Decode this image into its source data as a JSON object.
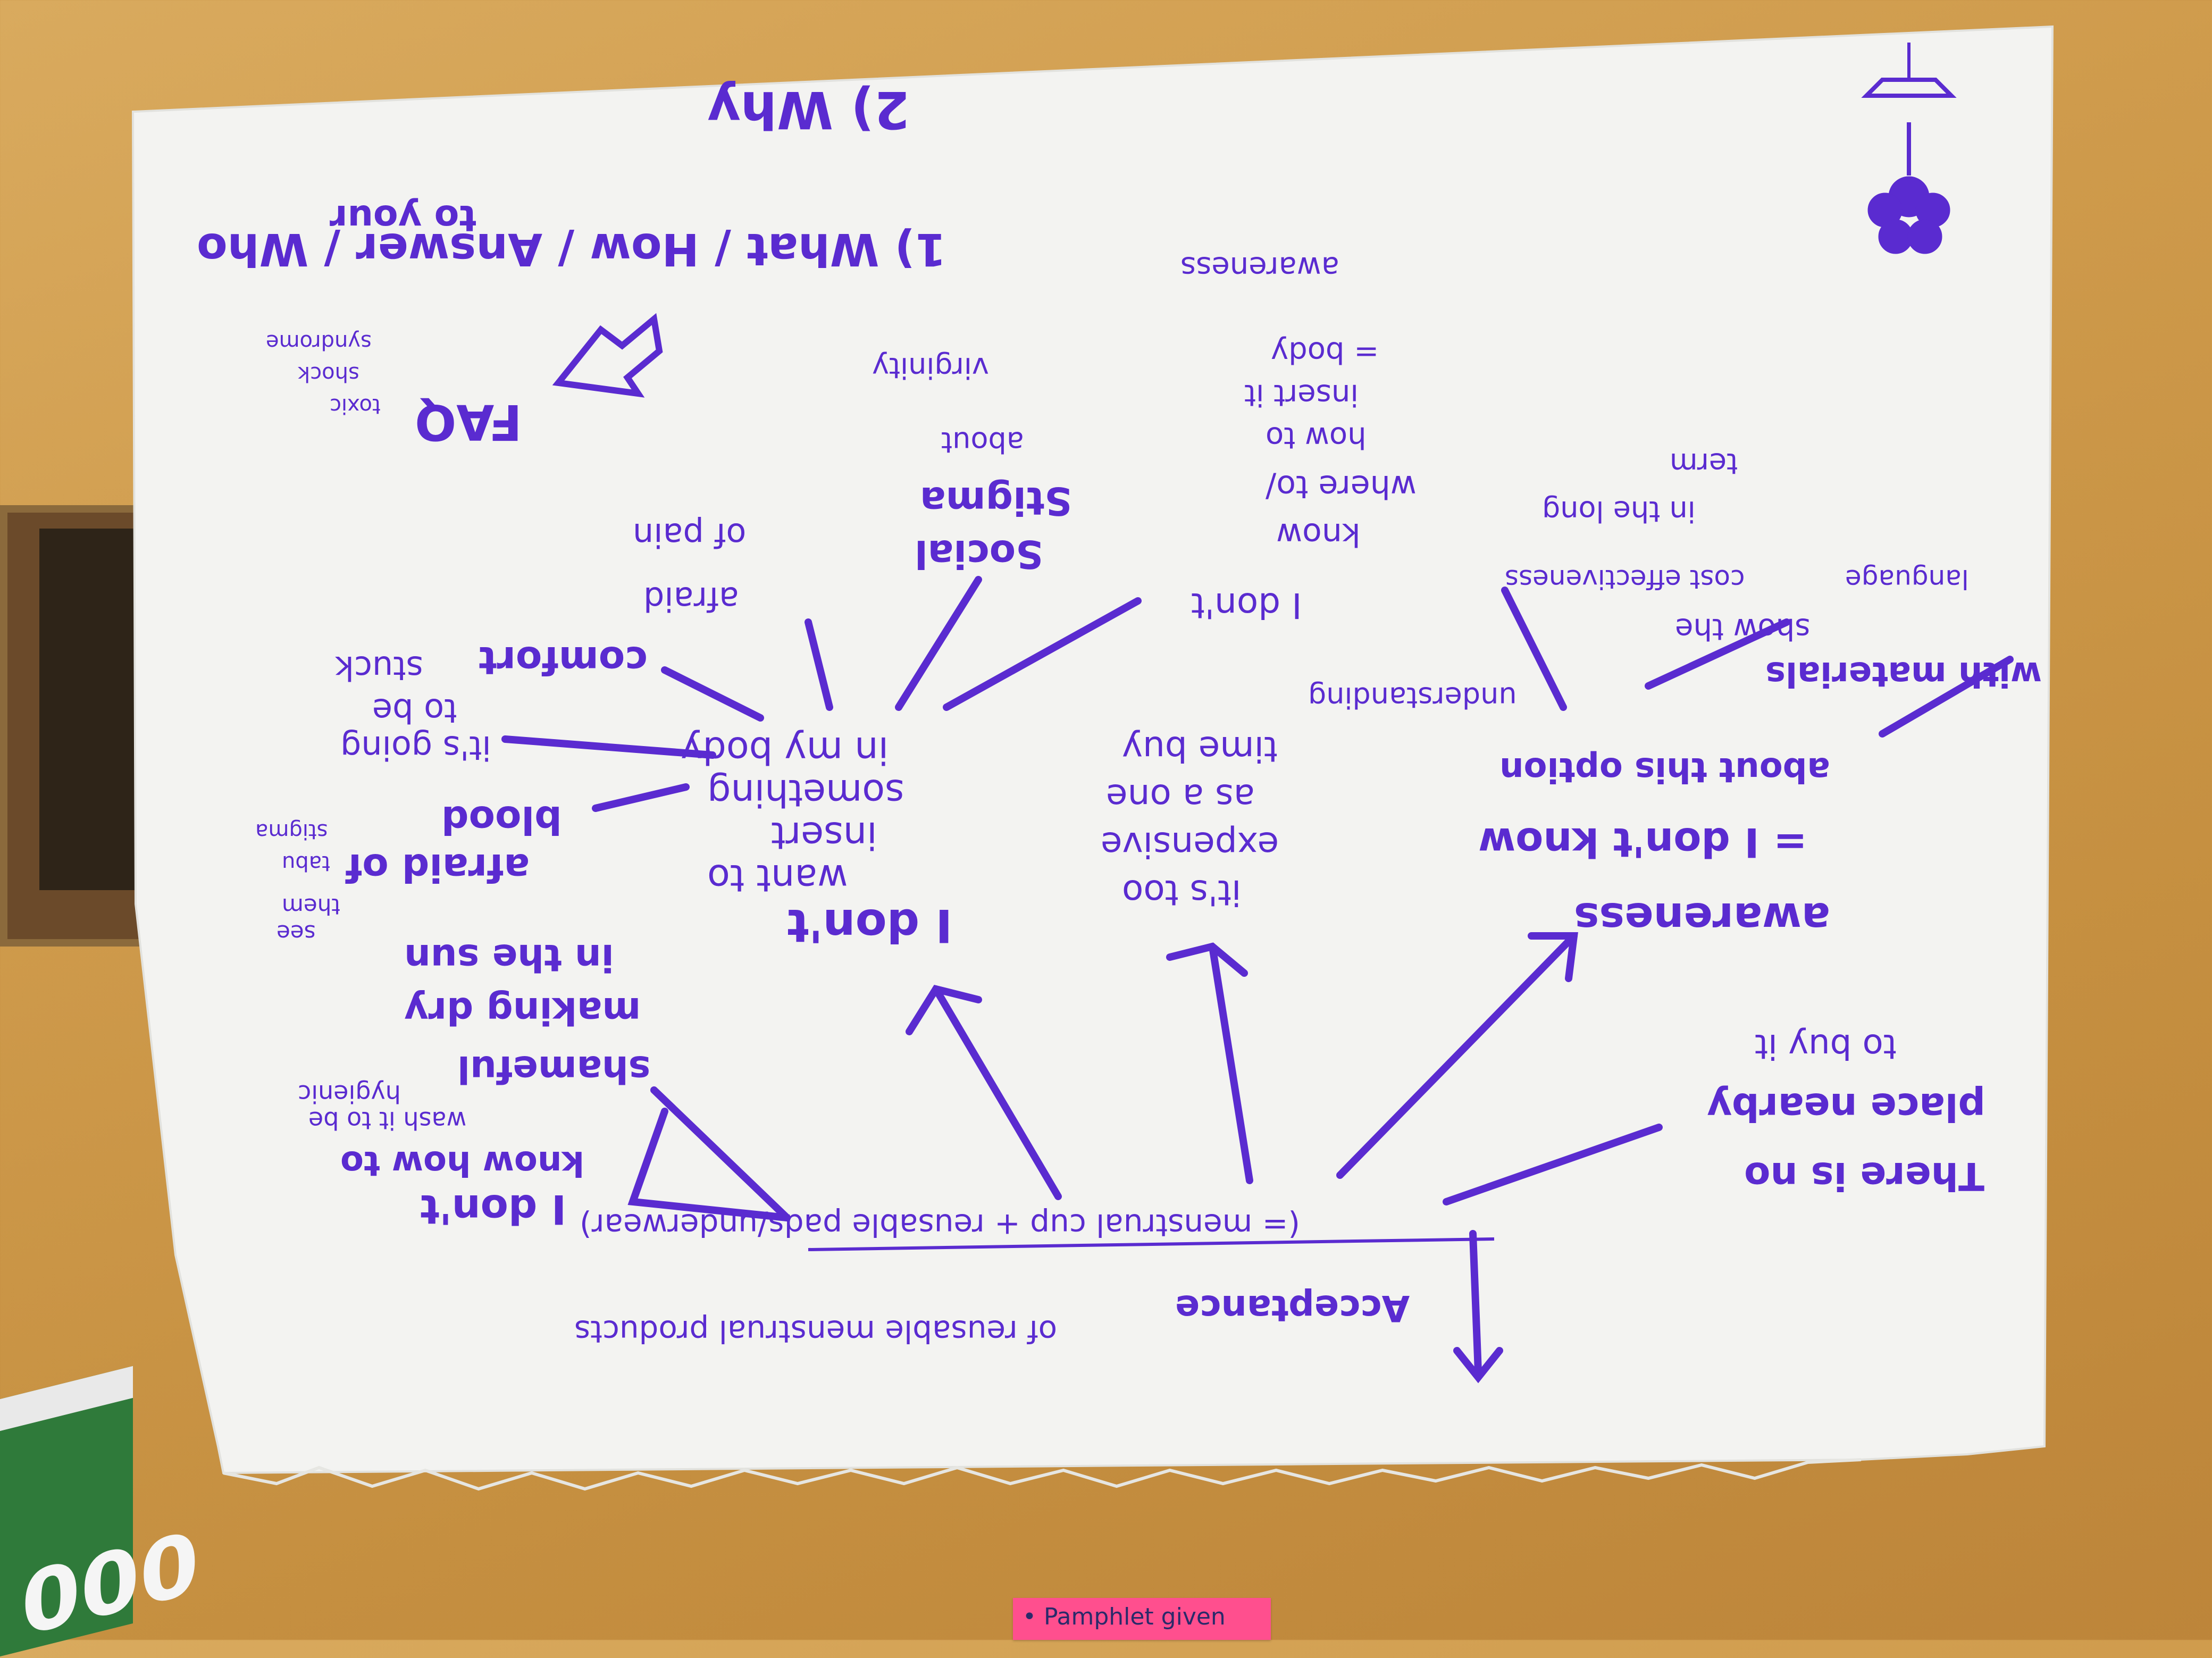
{
  "photo": {
    "ink_color": "#5a2bd0",
    "paper_color": "#f3f3f1",
    "wall_color": "#cf9b4c"
  },
  "flipchart": {
    "central_topic": {
      "title": "Acceptance",
      "line1": "of reusable menstrual products",
      "line2": "(= menstrual cup + reusable pads/underwear)"
    },
    "branches": {
      "dont_know_how": {
        "lines": [
          "I don't",
          "know how to",
          "wash it to be",
          "hygienic"
        ]
      },
      "shameful": {
        "lines": [
          "shameful",
          "making dry",
          "in the sun"
        ],
        "side": [
          "see",
          "them"
        ]
      },
      "dont_want_insert": {
        "lines": [
          "I don't",
          "want to",
          "insert",
          "something",
          "in my body"
        ],
        "sub": [
          {
            "lines": [
              "afraid of",
              "blood"
            ],
            "side": [
              "stigma",
              "tabu"
            ]
          },
          {
            "lines": [
              "it's going",
              "to be",
              "stuck"
            ]
          },
          {
            "lines": [
              "comfort"
            ]
          },
          {
            "lines": [
              "afraid",
              "of pain"
            ]
          },
          {
            "lines": [
              "Social",
              "Stigma",
              "about",
              "virginity"
            ]
          },
          {
            "lines": [
              "I don't",
              "know",
              "where to/",
              "how to",
              "insert it",
              "= body",
              "awareness"
            ]
          }
        ]
      },
      "too_expensive": {
        "lines": [
          "it's too",
          "expensive",
          "as a one",
          "time buy"
        ],
        "sub": [
          "understanding"
        ]
      },
      "awareness": {
        "lines": [
          "awareness",
          "= I don't know",
          "about this option"
        ],
        "sub": [
          [
            "with materials",
            "show the",
            "cost effectiveness",
            "in the long",
            "term"
          ],
          [
            "language"
          ]
        ]
      },
      "no_place": {
        "lines": [
          "There is no",
          "place nearby",
          "to buy it"
        ]
      }
    },
    "header_notes": {
      "faq": "FAQ",
      "items": [
        "1) What / How / Answer / Who",
        "to your",
        "2) Why"
      ],
      "side_note": [
        "toxic",
        "shock",
        "syndrome"
      ]
    },
    "doodle": "flower-doodle"
  },
  "sticky_note": {
    "text": "• Pamphlet given"
  },
  "box_print": "000"
}
